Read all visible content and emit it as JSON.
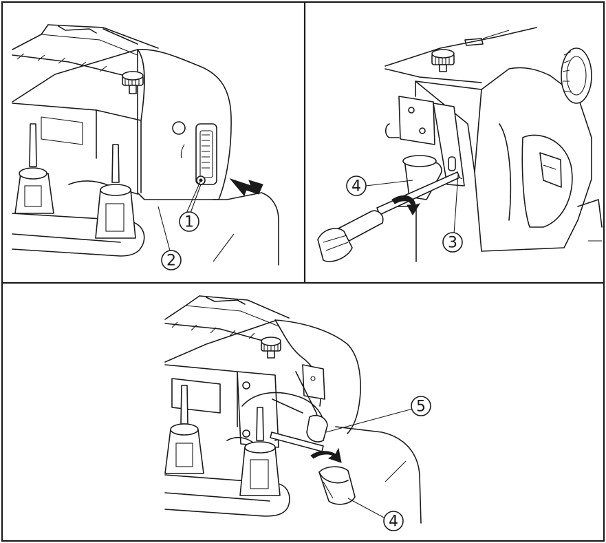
{
  "callouts": {
    "panel1_a": "1",
    "panel1_b": "2",
    "panel2_a": "4",
    "panel2_b": "3",
    "panel3_a": "5",
    "panel3_b": "4"
  },
  "colors": {
    "ink": "#1a1a1a",
    "paper": "#ffffff"
  }
}
